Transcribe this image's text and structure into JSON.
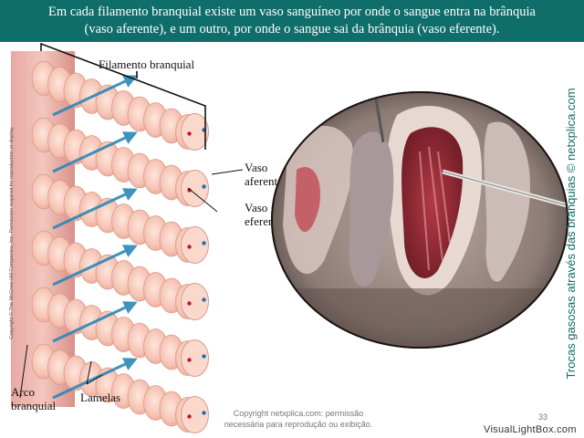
{
  "header": {
    "line1": "Em cada filamento branquial existe um vaso sanguíneo por onde o sangue entra na brânquia",
    "line2": "(vaso aferente), e um outro, por onde o sangue sai da brânquia (vaso eferente)."
  },
  "diagram": {
    "label_filamento": "Filamento branquial",
    "label_vaso_aferente_1": "Vaso",
    "label_vaso_aferente_2": "aferente",
    "label_vaso_eferente_1": "Vaso",
    "label_vaso_eferente_2": "eferente",
    "label_arco_1": "Arco",
    "label_arco_2": "branquial",
    "label_lamelas": "Lamelas",
    "copyright_vertical": "Copyright © The McGraw-Hill Companies, Inc. Permission required for reproduction or display."
  },
  "footer": {
    "copyright_line1": "Copyright netxplica.com: permissão",
    "copyright_line2": "necessária para reprodução ou exibição.",
    "page_number": "33",
    "brand": "VisualLightBox.com"
  },
  "side_title": "Trocas gasosas através das brânquias © netxplica.com",
  "colors": {
    "header_bg": "#0f6e6a",
    "side_title": "#0f6e6a",
    "filament": "#f5c2b2",
    "arch": "#e8a8a0",
    "arrow": "#2a88b8"
  }
}
